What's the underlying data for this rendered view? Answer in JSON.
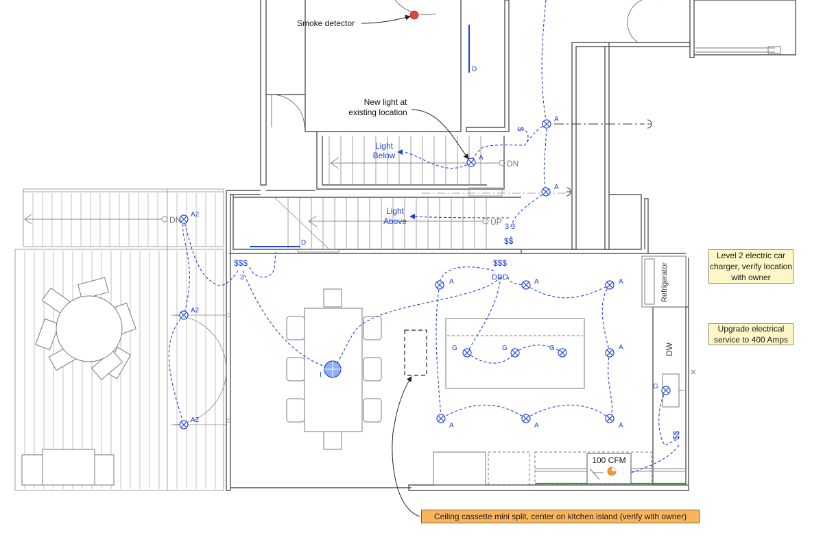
{
  "callouts": {
    "smoke_detector": "Smoke detector",
    "new_light_line1": "New light at",
    "new_light_line2": "existing location",
    "light_below_line1": "Light",
    "light_below_line2": "Below",
    "light_above_line1": "Light",
    "light_above_line2": "Above",
    "hood_cfm": "100 CFM"
  },
  "stairs": {
    "down_label": "DN",
    "up_label": "UP"
  },
  "appliances": {
    "refrigerator": "Refrigerator",
    "dishwasher": "DW"
  },
  "switches": {
    "single": "$",
    "pair": "$$",
    "triple": "$$$",
    "three_way": "3",
    "three_three": "3 3",
    "dimmer_triple": "DDD",
    "door": "D"
  },
  "fixture_tags": {
    "a": "A",
    "a2": "A2",
    "g": "G",
    "i": "I"
  },
  "notes": {
    "charger": [
      "Level 2 electric car",
      "charger, verify location",
      "with owner"
    ],
    "service": [
      "Upgrade electrical",
      "service to 400 Amps"
    ],
    "cassette": "Ceiling cassette mini split, center on kitchen island (verify with owner)"
  },
  "colors": {
    "circuit_blue": "#1f3fd8",
    "wall_gray": "#555555",
    "note_yellow": "#fdf6c6",
    "note_orange": "#f8b55e",
    "smoke_red": "#e0463c",
    "counter_green": "#3a9a3a"
  }
}
